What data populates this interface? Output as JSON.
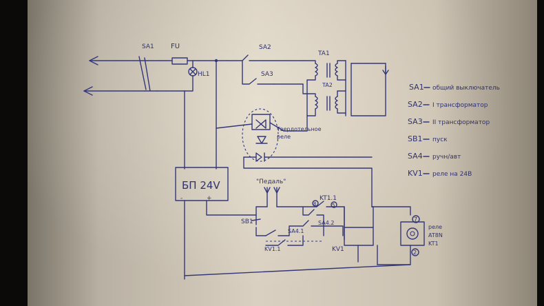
{
  "labels": {
    "sa1": "SA1",
    "fu": "FU",
    "hl1": "HL1",
    "sa2": "SA2",
    "sa3": "SA3",
    "ta1": "TA1",
    "ta2": "TA2",
    "relay_line1": "Твердотельное",
    "relay_line2": "реле",
    "psu": "БП 24V",
    "psu_minus": "-",
    "psu_plus": "+",
    "pedal": "\"Педаль\"",
    "sb1": "SB1",
    "sa4_1": "SA4.1",
    "sa4_2": "SA4.2",
    "kt1_1": "KT1.1",
    "kv1_1": "KV1.1",
    "kv1": "KV1",
    "pin_8": "8",
    "pin_5": "5",
    "pin_7": "7",
    "pin_2": "2",
    "timer_line1": "реле",
    "timer_line2": "AT8N",
    "timer_line3": "KT1"
  },
  "legend": [
    {
      "code": "SA1",
      "desc": "общий выключатель"
    },
    {
      "code": "SA2",
      "desc": "I трансформатор"
    },
    {
      "code": "SA3",
      "desc": "II трансформатор"
    },
    {
      "code": "SB1",
      "desc": "пуск"
    },
    {
      "code": "SA4",
      "desc": "ручн/авт"
    },
    {
      "code": "KV1",
      "desc": "реле на 24В"
    }
  ]
}
